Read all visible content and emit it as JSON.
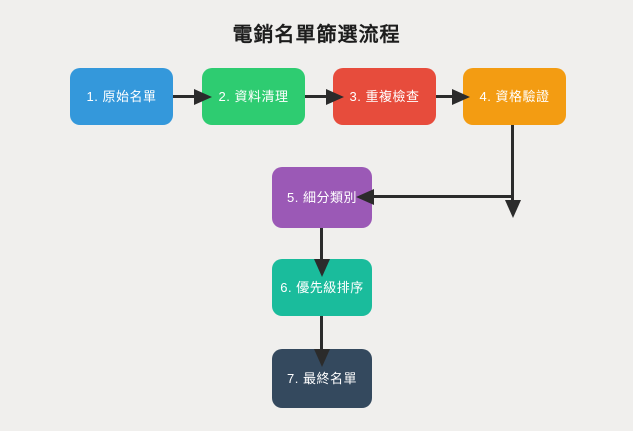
{
  "title": "電銷名單篩選流程",
  "background_color": "#f0efed",
  "arrow_color": "#2b2b2b",
  "node_text_color": "#ffffff",
  "chart_data": {
    "type": "flowchart",
    "title": "電銷名單篩選流程",
    "direction": "1-4 horizontal top row, elbow down from 4 to 5, then 5-7 vertical column",
    "nodes": [
      {
        "id": 1,
        "label": "1. 原始名單",
        "color": "#3498db"
      },
      {
        "id": 2,
        "label": "2. 資料清理",
        "color": "#2ecc71"
      },
      {
        "id": 3,
        "label": "3. 重複檢查",
        "color": "#e74c3c"
      },
      {
        "id": 4,
        "label": "4. 資格驗證",
        "color": "#f39c12"
      },
      {
        "id": 5,
        "label": "5. 細分類別",
        "color": "#9b59b6"
      },
      {
        "id": 6,
        "label": "6. 優先級排序",
        "color": "#1abc9c"
      },
      {
        "id": 7,
        "label": "7. 最終名單",
        "color": "#34495e"
      }
    ],
    "edges": [
      {
        "from": 1,
        "to": 2
      },
      {
        "from": 2,
        "to": 3
      },
      {
        "from": 3,
        "to": 4
      },
      {
        "from": 4,
        "to": 5
      },
      {
        "from": 5,
        "to": 6
      },
      {
        "from": 6,
        "to": 7
      }
    ]
  },
  "nodes": [
    {
      "label": "1. 原始名單",
      "color": "#3498db"
    },
    {
      "label": "2. 資料清理",
      "color": "#2ecc71"
    },
    {
      "label": "3. 重複檢查",
      "color": "#e74c3c"
    },
    {
      "label": "4. 資格驗證",
      "color": "#f39c12"
    },
    {
      "label": "5. 細分類別",
      "color": "#9b59b6"
    },
    {
      "label": "6. 優先級排序",
      "color": "#1abc9c"
    },
    {
      "label": "7. 最終名單",
      "color": "#34495e"
    }
  ]
}
